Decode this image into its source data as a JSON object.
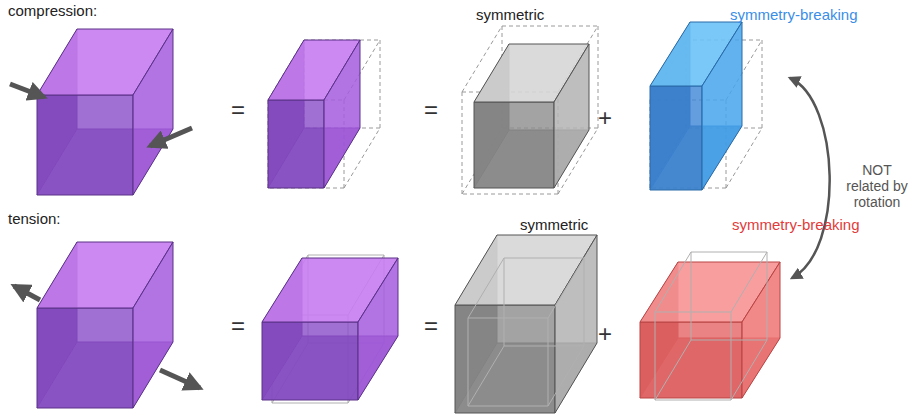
{
  "diagram": {
    "labels": [
      "compression:",
      "=",
      "=",
      "symmetric",
      "symmetry-breaking",
      "+",
      "NOT related by rotation",
      "tension:",
      "=",
      "=",
      "symmetric",
      "+",
      "symmetry-breaking"
    ]
  }
}
